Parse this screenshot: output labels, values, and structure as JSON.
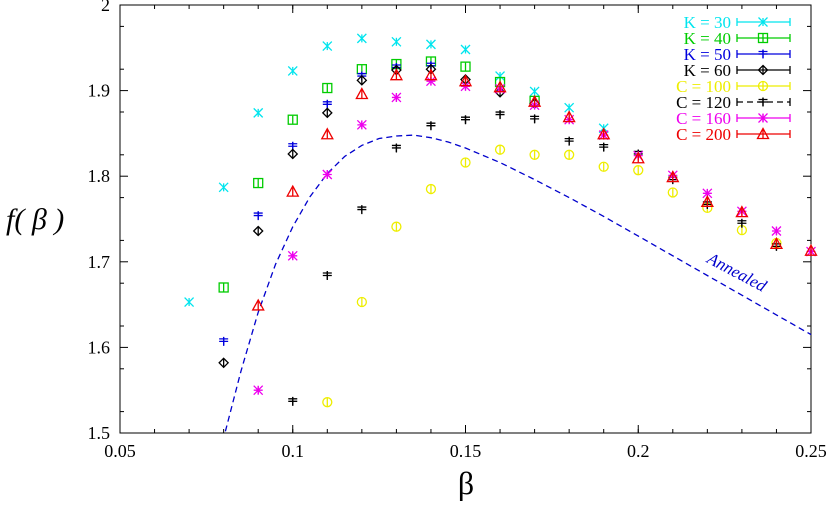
{
  "chart_data": {
    "type": "scatter",
    "xlabel": "β",
    "ylabel": "f( β )",
    "xlim": [
      0.05,
      0.25
    ],
    "ylim": [
      1.5,
      2.0
    ],
    "xticks": [
      0.05,
      0.1,
      0.15,
      0.2,
      0.25
    ],
    "yticks": [
      1.5,
      1.6,
      1.7,
      1.8,
      1.9,
      2.0
    ],
    "xtick_labels": [
      "0.05",
      "0.1",
      "0.15",
      "0.2",
      "0.25"
    ],
    "ytick_labels": [
      "1.5",
      "1.6",
      "1.7",
      "1.8",
      "1.9",
      "2"
    ],
    "grid": false,
    "legend_position": "top-right",
    "series": [
      {
        "name": "K = 30",
        "color": "#00e5ee",
        "marker": "x",
        "x": [
          0.07,
          0.08,
          0.09,
          0.1,
          0.11,
          0.12,
          0.13,
          0.14,
          0.15,
          0.16,
          0.17,
          0.18,
          0.19
        ],
        "y": [
          1.653,
          1.787,
          1.874,
          1.923,
          1.952,
          1.961,
          1.957,
          1.954,
          1.948,
          1.917,
          1.899,
          1.88,
          1.856
        ]
      },
      {
        "name": "K = 40",
        "color": "#00cc00",
        "marker": "square",
        "x": [
          0.08,
          0.09,
          0.1,
          0.11,
          0.12,
          0.13,
          0.14,
          0.15,
          0.16,
          0.17
        ],
        "y": [
          1.67,
          1.792,
          1.866,
          1.903,
          1.925,
          1.931,
          1.934,
          1.928,
          1.91,
          1.888
        ]
      },
      {
        "name": "K = 50",
        "color": "#0000dd",
        "marker": "plus",
        "x": [
          0.08,
          0.09,
          0.1,
          0.11,
          0.12,
          0.13,
          0.14
        ],
        "y": [
          1.607,
          1.754,
          1.835,
          1.884,
          1.917,
          1.927,
          1.929
        ]
      },
      {
        "name": "K = 60",
        "color": "#000000",
        "marker": "diamond",
        "x": [
          0.08,
          0.09,
          0.1,
          0.11,
          0.12,
          0.13,
          0.14,
          0.15,
          0.16,
          0.17
        ],
        "y": [
          1.582,
          1.736,
          1.826,
          1.874,
          1.912,
          1.924,
          1.925,
          1.913,
          1.898,
          1.885
        ]
      },
      {
        "name": "C = 100",
        "color": "#eeee00",
        "marker": "circle",
        "x": [
          0.11,
          0.12,
          0.13,
          0.14,
          0.15,
          0.16,
          0.17,
          0.18,
          0.19,
          0.2,
          0.21,
          0.22,
          0.23,
          0.24
        ],
        "y": [
          1.536,
          1.653,
          1.741,
          1.785,
          1.816,
          1.831,
          1.825,
          1.825,
          1.811,
          1.807,
          1.781,
          1.763,
          1.737,
          1.722
        ]
      },
      {
        "name": "C = 120",
        "color": "#000000",
        "marker": "plus",
        "x": [
          0.1,
          0.11,
          0.12,
          0.13,
          0.14,
          0.15,
          0.16,
          0.17,
          0.18,
          0.19,
          0.2,
          0.21,
          0.22,
          0.23,
          0.24
        ],
        "y": [
          1.537,
          1.684,
          1.761,
          1.833,
          1.859,
          1.866,
          1.872,
          1.867,
          1.841,
          1.834,
          1.826,
          1.796,
          1.767,
          1.745,
          1.718
        ]
      },
      {
        "name": "C = 160",
        "color": "#ee00ee",
        "marker": "star",
        "x": [
          0.09,
          0.1,
          0.11,
          0.12,
          0.13,
          0.14,
          0.15,
          0.16,
          0.17,
          0.18,
          0.19,
          0.2,
          0.21,
          0.22,
          0.23,
          0.24,
          0.25
        ],
        "y": [
          1.55,
          1.707,
          1.802,
          1.86,
          1.892,
          1.911,
          1.905,
          1.902,
          1.883,
          1.866,
          1.848,
          1.824,
          1.801,
          1.78,
          1.759,
          1.736,
          1.712
        ]
      },
      {
        "name": "C = 200",
        "color": "#ee0000",
        "marker": "triangle",
        "x": [
          0.09,
          0.1,
          0.11,
          0.12,
          0.13,
          0.14,
          0.15,
          0.16,
          0.17,
          0.18,
          0.19,
          0.2,
          0.21,
          0.22,
          0.23,
          0.24,
          0.25
        ],
        "y": [
          1.649,
          1.782,
          1.849,
          1.896,
          1.918,
          1.918,
          1.911,
          1.904,
          1.887,
          1.869,
          1.849,
          1.821,
          1.799,
          1.77,
          1.758,
          1.721,
          1.713
        ]
      }
    ],
    "annealed": {
      "name": "Annealed",
      "color": "#0000cc",
      "style": "dashed",
      "x": [
        0.0805,
        0.085,
        0.09,
        0.095,
        0.1,
        0.105,
        0.11,
        0.115,
        0.12,
        0.125,
        0.13,
        0.135,
        0.14,
        0.145,
        0.15,
        0.16,
        0.17,
        0.18,
        0.19,
        0.2,
        0.21,
        0.22,
        0.23,
        0.24,
        0.25
      ],
      "y": [
        1.502,
        1.572,
        1.641,
        1.697,
        1.741,
        1.776,
        1.803,
        1.823,
        1.836,
        1.844,
        1.847,
        1.848,
        1.845,
        1.84,
        1.833,
        1.816,
        1.796,
        1.775,
        1.753,
        1.73,
        1.707,
        1.684,
        1.661,
        1.638,
        1.615
      ]
    }
  }
}
